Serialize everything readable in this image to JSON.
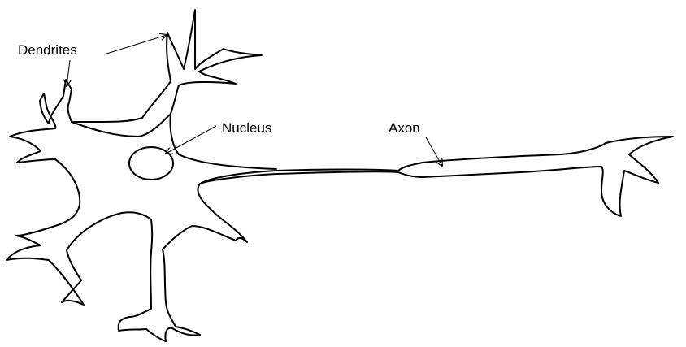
{
  "labels": {
    "dendrites": "Dendrites",
    "nucleus": "Nucleus",
    "axon": "Axon"
  },
  "colors": {
    "background": "#ffffff",
    "line": "#000000"
  }
}
